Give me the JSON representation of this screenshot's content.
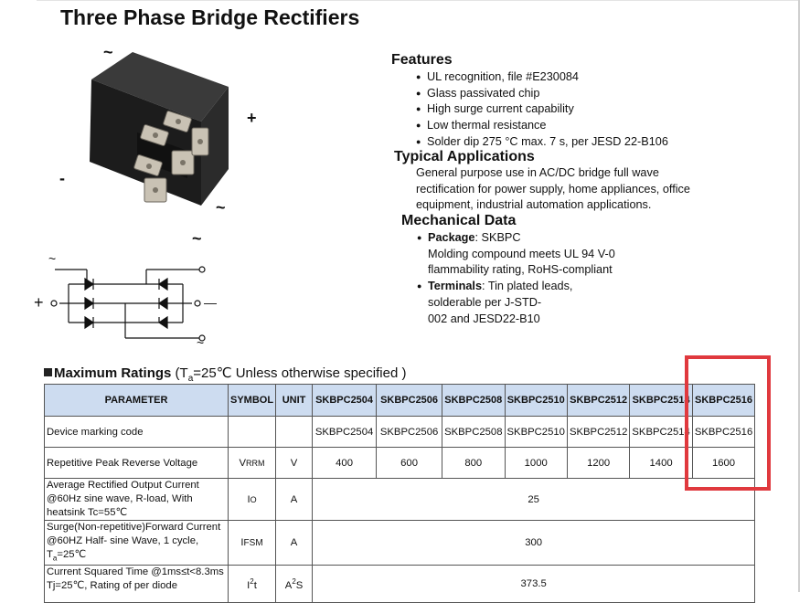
{
  "doc": {
    "title": "Three Phase Bridge Rectifiers"
  },
  "image": {
    "sym_tilde_top": "~",
    "sym_plus": "+",
    "sym_minus": "-",
    "sym_tilde_right": "~",
    "sym_tilde_bottom": "~"
  },
  "schematic": {
    "tilde_top": "~",
    "plus": "+",
    "minus": "—",
    "tilde_bottom": "~"
  },
  "features": {
    "heading": "Features",
    "items": [
      "UL recognition, file #E230084",
      " Glass passivated chip",
      "High surge current capability",
      "Low thermal resistance",
      "Solder dip 275 °C max. 7 s, per JESD 22-B106"
    ]
  },
  "applications": {
    "heading": "Typical Applications",
    "text": "General purpose use in AC/DC bridge full wave rectification for power supply, home appliances, office equipment, industrial automation applications."
  },
  "mechanical": {
    "heading": "Mechanical Data",
    "package_label": "Package",
    "package_text": ": SKBPC",
    "package_detail": "Molding compound meets UL 94 V-0 flammability rating, RoHS-compliant",
    "terminals_label": "Terminals",
    "terminals_text": ": Tin plated leads,",
    "terminals_detail": "solderable  per J-STD-002 and JESD22-B10"
  },
  "ratings": {
    "heading": "Maximum Ratings",
    "condition_open": " (T",
    "condition_sub": "a",
    "condition_rest": "=25℃ Unless otherwise specified )",
    "headers": [
      "PARAMETER",
      "SYMBOL",
      "UNIT",
      "SKBPC2504",
      "SKBPC2506",
      "SKBPC2508",
      "SKBPC2510",
      "SKBPC2512",
      "SKBPC2514",
      "SKBPC2516"
    ],
    "marking": {
      "param": "Device marking code",
      "values": [
        "SKBPC2504",
        "SKBPC2506",
        "SKBPC2508",
        "SKBPC2510",
        "SKBPC2512",
        "SKBPC2514",
        "SKBPC2516"
      ]
    },
    "vrrm": {
      "param": "Repetitive Peak Reverse Voltage",
      "symbol_main": "V",
      "symbol_sub": "RRM",
      "unit": "V",
      "values": [
        "400",
        "600",
        "800",
        "1000",
        "1200",
        "1400",
        "1600"
      ]
    },
    "io": {
      "param": "Average Rectified Output Current @60Hz sine wave, R-load, With heatsink Tc=55℃",
      "symbol_main": "I",
      "symbol_sub": "O",
      "unit": "A",
      "value": "25"
    },
    "ifsm": {
      "param_pre": "Surge(Non-repetitive)Forward Current  @60HZ Half- sine Wave, 1 cycle, T",
      "param_sub": "a",
      "param_post": "=25℃",
      "symbol_main": "I",
      "symbol_sub": "FSM",
      "unit": "A",
      "value": "300"
    },
    "i2t": {
      "param": "Current Squared Time @1ms≤t<8.3ms Tj=25℃, Rating of per diode",
      "symbol_main": "I",
      "symbol_sup": "2",
      "symbol_post": "t",
      "unit_main": "A",
      "unit_sup": "2",
      "unit_post": "S",
      "value": "373.5"
    }
  },
  "colors": {
    "header_bg": "#cddcf0",
    "highlight": "#e0393e"
  }
}
